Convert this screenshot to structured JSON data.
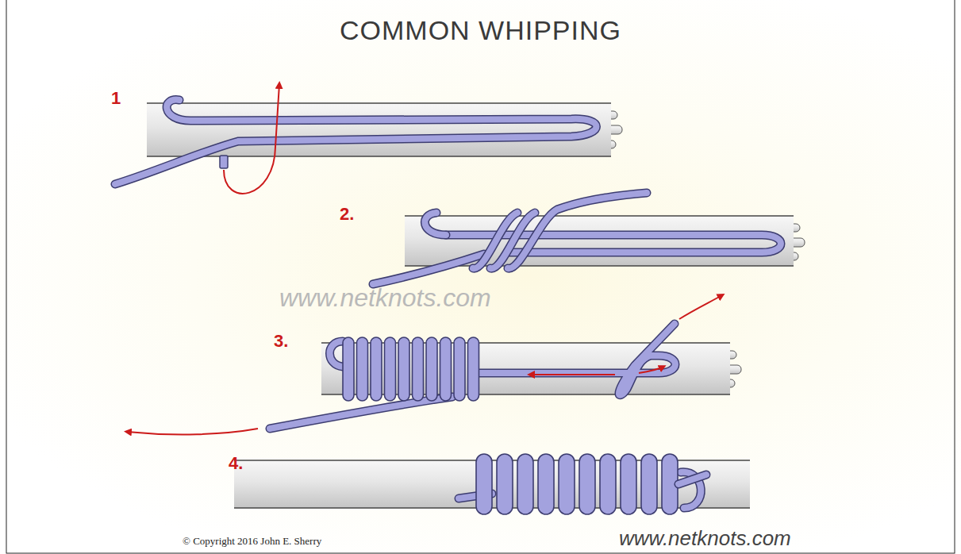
{
  "diagram": {
    "title": "COMMON WHIPPING",
    "labels": [
      "1",
      "2.",
      "3.",
      "4.",
      "www.netknots.com",
      "www.netknots.com",
      "© Copyright 2016 John E. Sherry"
    ]
  }
}
